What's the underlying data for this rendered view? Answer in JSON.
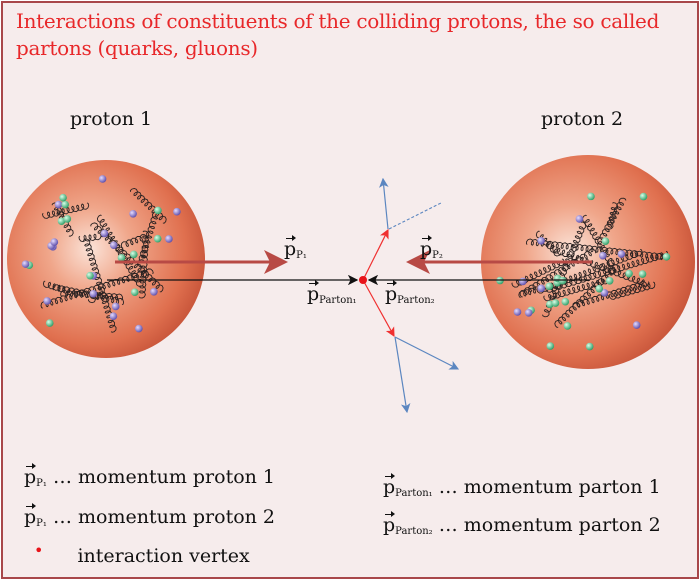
{
  "title": "Interactions of constituents of the colliding protons, the so called partons (quarks, gluons)",
  "proton1": {
    "label": "proton 1"
  },
  "proton2": {
    "label": "proton 2"
  },
  "vectors": {
    "p": "p",
    "pP1_sub": "P₁",
    "pP2_sub": "P₂",
    "parton1_sub": "Parton₁",
    "parton2_sub": "Parton₂"
  },
  "legend": {
    "left": [
      {
        "symbol": "p",
        "sub": "P₁",
        "text": "… momentum proton 1"
      },
      {
        "symbol": "p",
        "sub": "P₁",
        "text": "… momentum proton 2"
      },
      {
        "symbol": "•",
        "text": "interaction vertex"
      }
    ],
    "right": [
      {
        "symbol": "p",
        "sub": "Parton₁",
        "text": "… momentum parton 1"
      },
      {
        "symbol": "p",
        "sub": "Parton₂",
        "text": "… momentum parton 2"
      }
    ]
  },
  "colors": {
    "border": "#a8474a",
    "title": "#e8282a",
    "momentum_arrow": "#b84a45",
    "vertex": "#e8141a",
    "outgoing": "#5b86c0",
    "scatter": "#f03030"
  }
}
